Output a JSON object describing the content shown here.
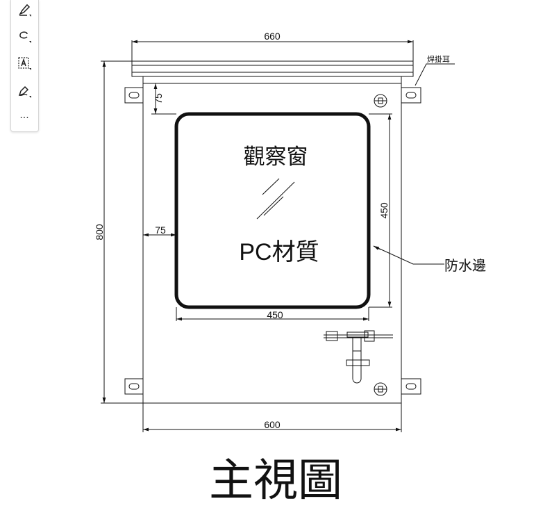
{
  "toolbar": {
    "items": [
      {
        "name": "highlighter-tool",
        "icon": "highlighter-icon"
      },
      {
        "name": "freehand-tool",
        "icon": "lasso-icon"
      },
      {
        "name": "text-box-tool",
        "icon": "text-box-icon"
      },
      {
        "name": "pen-tool",
        "icon": "pen-icon"
      },
      {
        "name": "more-tools",
        "icon": "more-icon",
        "label": "···"
      }
    ]
  },
  "drawing": {
    "title": "主視圖",
    "window_label": "觀察窗",
    "material_label": "PC材質",
    "waterproof_label": "防水邊",
    "ear_label": "焊掛耳",
    "dimensions": {
      "top_width": "660",
      "height": "800",
      "bottom_width": "600",
      "window_width": "450",
      "window_height": "450",
      "top_offset": "75",
      "left_offset": "75"
    }
  }
}
